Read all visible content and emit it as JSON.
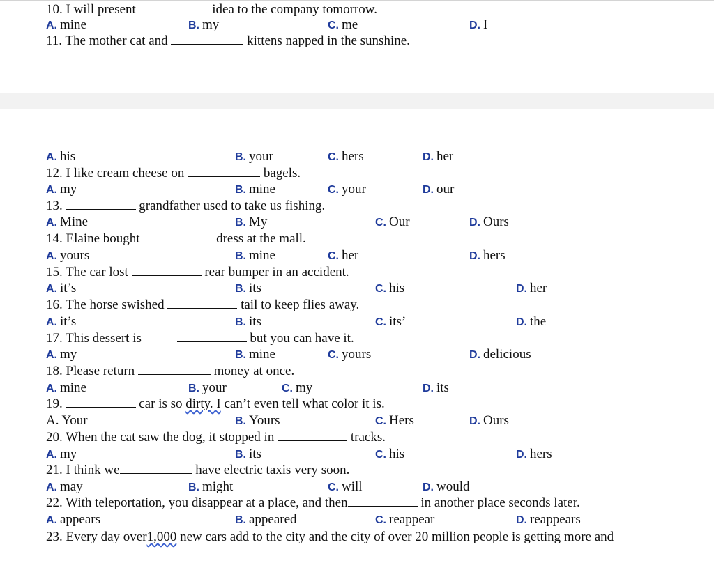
{
  "q10": {
    "pre": "10. I will present",
    "post": "idea to the company tomorrow.",
    "a": "mine",
    "b": "my",
    "c": "me",
    "d": "I"
  },
  "q11": {
    "pre": "11. The mother cat and",
    "post": "kittens napped in the sunshine.",
    "a": "his",
    "b": "your",
    "c": "hers",
    "d": "her"
  },
  "q12": {
    "pre": "12. I like cream cheese on",
    "post": "bagels.",
    "a": "my",
    "b": "mine",
    "c": "your",
    "d": "our"
  },
  "q13": {
    "pre": "13.",
    "post": "grandfather used to take us fishing.",
    "a": "Mine",
    "b": "My",
    "c": "Our",
    "d": "Ours"
  },
  "q14": {
    "pre": "14. Elaine bought",
    "post": "dress at the mall.",
    "a": "yours",
    "b": "mine",
    "c": "her",
    "d": "hers"
  },
  "q15": {
    "pre": "15. The car lost",
    "post": "rear bumper in an accident.",
    "a": "it’s",
    "b": "its",
    "c": "his",
    "d": "her"
  },
  "q16": {
    "pre": "16. The horse swished",
    "post": "tail to keep flies away.",
    "a": "it’s",
    "b": "its",
    "c": "its’",
    "d": "the"
  },
  "q17": {
    "pre": "17. This dessert is",
    "post": "but you can have it.",
    "a": "my",
    "b": "mine",
    "c": "yours",
    "d": "delicious"
  },
  "q18": {
    "pre": "18. Please return",
    "post": "money at once.",
    "a": "mine",
    "b": "your",
    "c": "my",
    "d": "its"
  },
  "q19": {
    "pre": "19.",
    "post_a": "car is so",
    "post_wavy": "dirty. I",
    "post_b": "can’t even tell what color it is.",
    "a": "Your",
    "b": "Yours",
    "c": "Hers",
    "d": "Ours"
  },
  "q20": {
    "pre": "20. When the cat saw the dog, it stopped in",
    "post": "tracks.",
    "a": "my",
    "b": "its",
    "c": "his",
    "d": "hers"
  },
  "q21": {
    "pre": "21. I think we",
    "post": "have electric taxis very soon.",
    "a": "may",
    "b": "might",
    "c": "will",
    "d": "would"
  },
  "q22": {
    "pre": "22. With teleportation, you disappear at a place, and then",
    "post": "in another place seconds later.",
    "a": "appears",
    "b": "appeared",
    "c": "reappear",
    "d": "reappears"
  },
  "q23": {
    "pre": "23. Every day over",
    "wavy": "1,000",
    "post": "new cars add to the city and the city of over 20 million people is getting more and",
    "cut": "more"
  },
  "labels": {
    "a": "A.",
    "b": "B.",
    "c": "C.",
    "d": "D."
  }
}
